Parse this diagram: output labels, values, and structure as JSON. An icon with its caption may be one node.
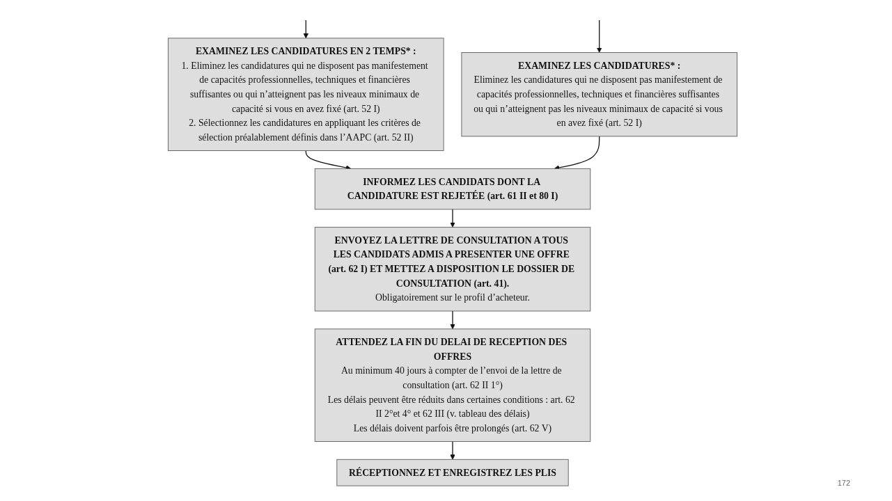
{
  "diagram": {
    "nodes": [
      {
        "text": [
          "EXAMINEZ LES CANDIDATURES EN 2 TEMPS* :",
          "1. Eliminez les candidatures qui ne disposent pas manifestement de capacités professionnelles, techniques et financières suffisantes ou qui n’atteignent pas les niveaux minimaux de capacité si vous en avez fixé (art. 52 I)",
          "2. Sélectionnez les candidatures en appliquant les critères de sélection préalablement définis dans l’AAPC (art. 52 II)"
        ]
      },
      {
        "text": [
          "EXAMINEZ LES CANDIDATURES* :",
          "Eliminez les candidatures qui ne disposent pas manifestement de capacités professionnelles, techniques et financières suffisantes ou qui n’atteignent pas les niveaux minimaux de capacité si vous en avez fixé (art. 52 I)"
        ]
      },
      {
        "text": [
          "INFORMEZ LES CANDIDATS DONT LA CANDIDATURE EST REJETÉE (art. 61 II et 80 I)"
        ]
      },
      {
        "text": [
          "ENVOYEZ LA LETTRE DE CONSULTATION A TOUS LES CANDIDATS ADMIS A PRESENTER UNE OFFRE (art. 62 I) ET METTEZ A DISPOSITION LE DOSSIER DE CONSULTATION (art. 41).",
          "Obligatoirement sur le profil d’acheteur."
        ]
      },
      {
        "text": [
          "ATTENDEZ LA FIN DU DELAI DE RECEPTION DES OFFRES",
          "Au minimum 40 jours à compter de l’envoi de la lettre de consultation (art. 62 II 1°)",
          "Les délais peuvent être réduits dans certaines conditions : art. 62 II 2°et 4° et 62 III (v. tableau des délais)",
          "Les délais doivent parfois être prolongés (art. 62 V)"
        ]
      },
      {
        "text": [
          "RÉCEPTIONNEZ ET ENREGISTREZ LES PLIS"
        ]
      }
    ],
    "edges": [
      {
        "from": null,
        "to": 0,
        "arrow": "to"
      },
      {
        "from": null,
        "to": 1,
        "arrow": "to"
      },
      {
        "from": 0,
        "to": 2,
        "arrow": "to"
      },
      {
        "from": 1,
        "to": 2,
        "arrow": "to"
      },
      {
        "from": 2,
        "to": 3,
        "arrow": "to"
      },
      {
        "from": 3,
        "to": 4,
        "arrow": "to"
      },
      {
        "from": 4,
        "to": 5,
        "arrow": "to"
      }
    ],
    "labels": [
      "172"
    ]
  }
}
